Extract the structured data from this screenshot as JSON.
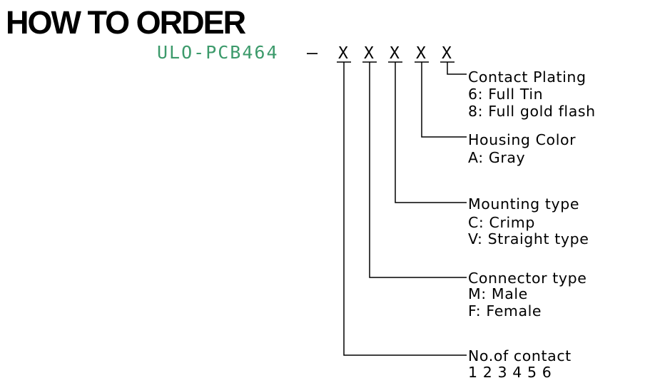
{
  "title": "HOW TO ORDER",
  "part_prefix": "ULO-PCB464",
  "separator": "–",
  "placeholder": "X",
  "colors": {
    "prefix": "#3c9a6b",
    "text": "#000000"
  },
  "fields": [
    {
      "heading": "Contact Plating",
      "options": [
        "6: Full Tin",
        "8: Full gold flash"
      ]
    },
    {
      "heading": "Housing Color",
      "options": [
        "A: Gray"
      ]
    },
    {
      "heading": "Mounting type",
      "options": [
        "C: Crimp",
        "V: Straight type"
      ]
    },
    {
      "heading": "Connector type",
      "options": [
        "M: Male",
        "F: Female"
      ]
    },
    {
      "heading": "No.of contact",
      "options": [
        "1 2 3 4 5 6"
      ]
    }
  ]
}
